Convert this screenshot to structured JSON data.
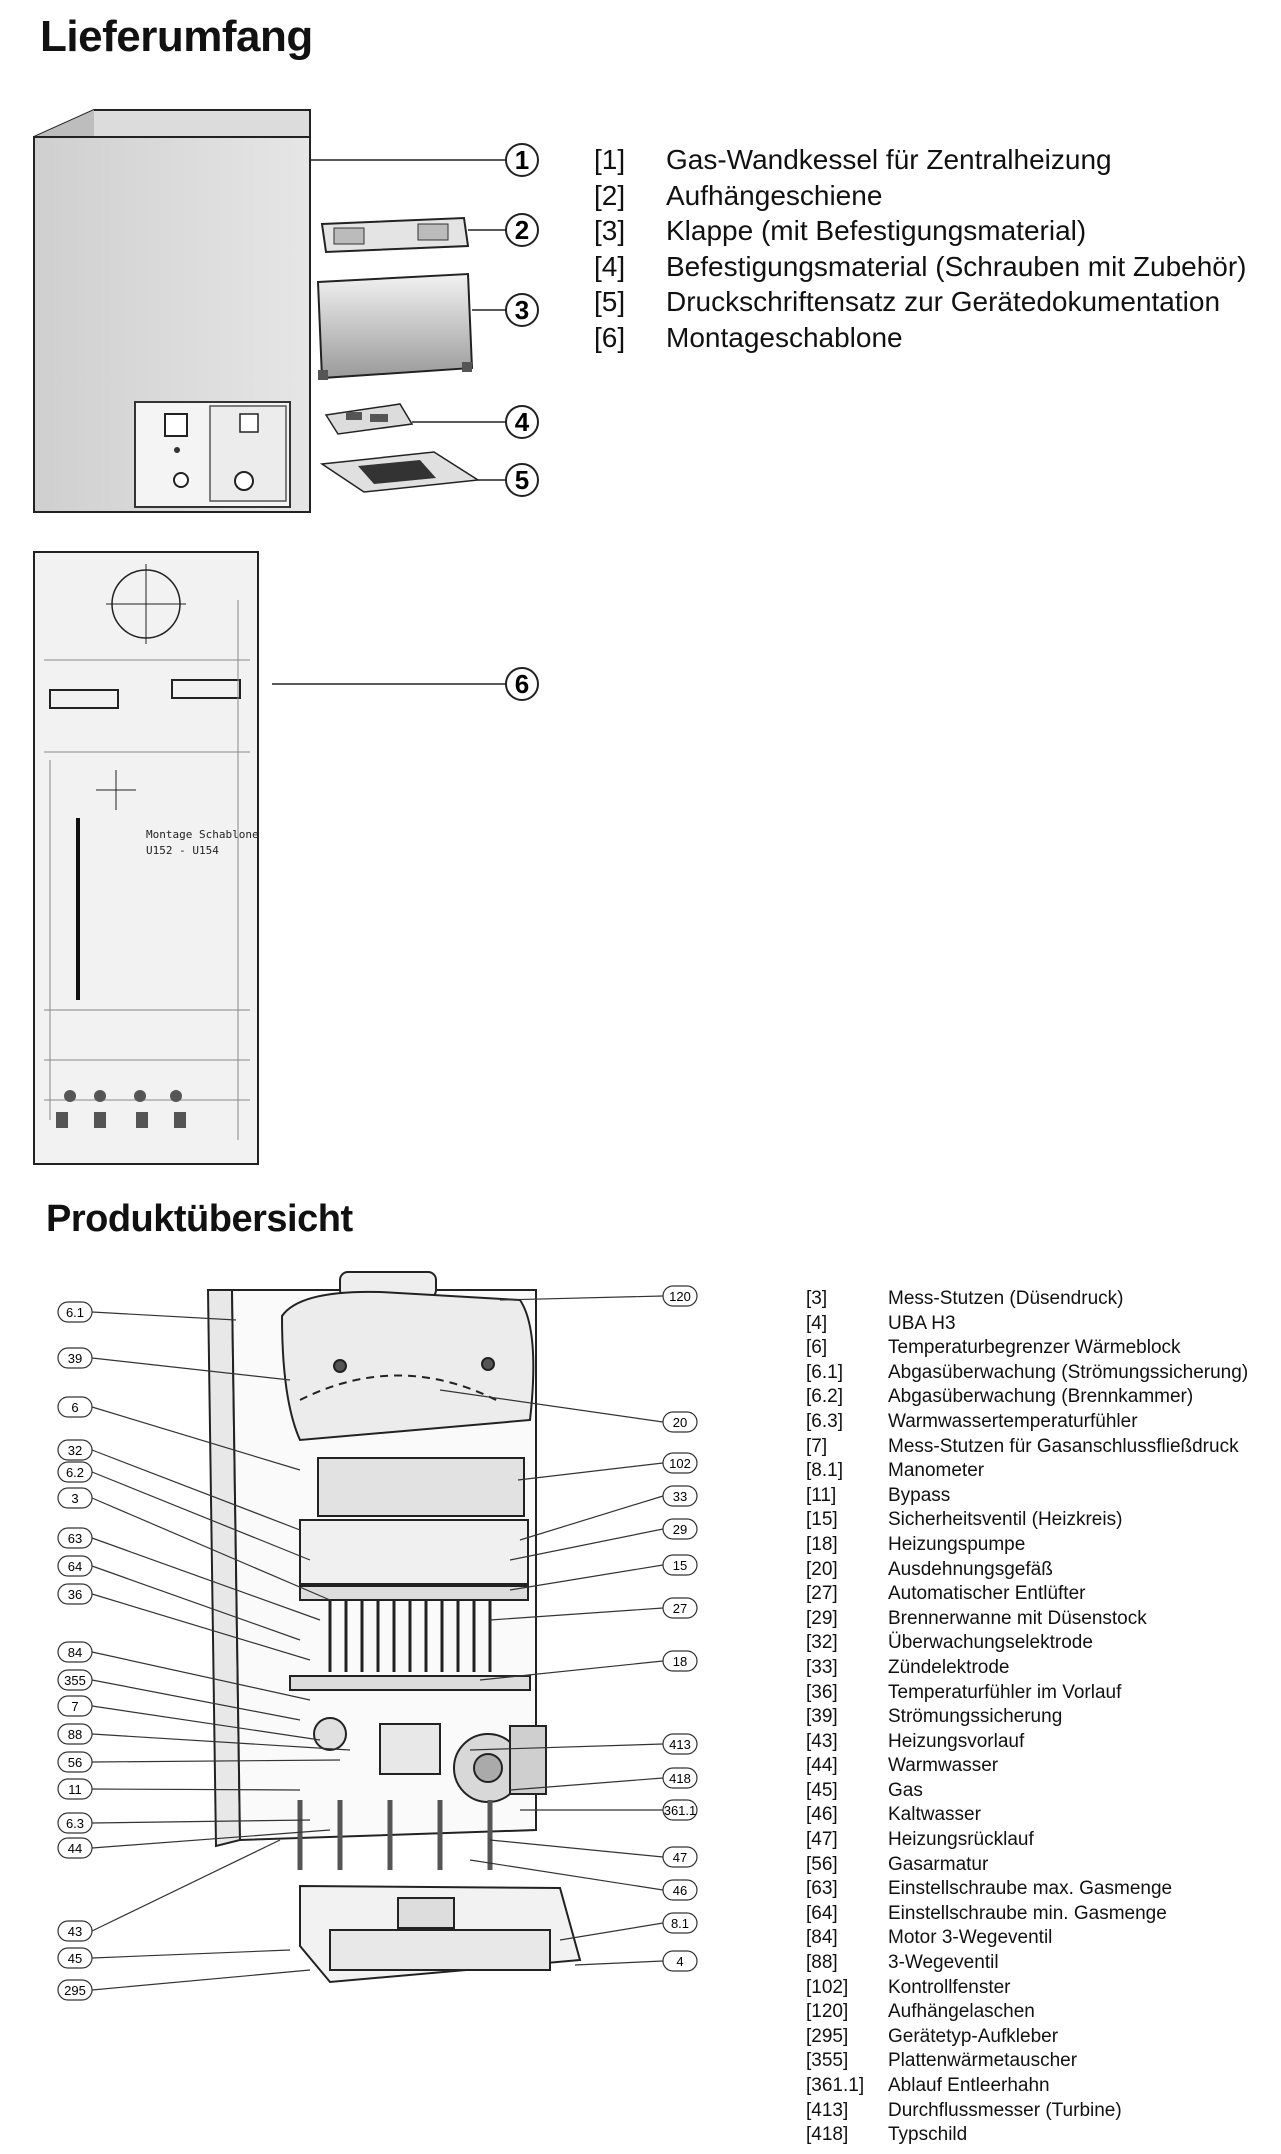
{
  "scope": {
    "title": "Lieferumfang",
    "items": [
      {
        "num": "[1]",
        "text": "Gas-Wandkessel für Zentralheizung"
      },
      {
        "num": "[2]",
        "text": "Aufhängeschiene"
      },
      {
        "num": "[3]",
        "text": "Klappe (mit Befestigungsmaterial)"
      },
      {
        "num": "[4]",
        "text": "Befestigungsmaterial (Schrauben mit Zubehör)"
      },
      {
        "num": "[5]",
        "text": "Druckschriftensatz zur Gerätedokumentation"
      },
      {
        "num": "[6]",
        "text": "Montageschablone"
      }
    ],
    "callouts": [
      "1",
      "2",
      "3",
      "4",
      "5",
      "6"
    ],
    "template_text": {
      "title": "Montage Schablone",
      "model": "U152 - U154"
    }
  },
  "overview": {
    "title": "Produktübersicht",
    "left_tags": [
      "6.1",
      "39",
      "6",
      "32",
      "6.2",
      "3",
      "63",
      "64",
      "36",
      "84",
      "355",
      "7",
      "88",
      "56",
      "11",
      "6.3",
      "44",
      "43",
      "45",
      "295"
    ],
    "right_tags": [
      "120",
      "20",
      "102",
      "33",
      "29",
      "15",
      "27",
      "18",
      "413",
      "418",
      "361.1",
      "47",
      "46",
      "8.1",
      "4"
    ],
    "items": [
      {
        "num": "[3]",
        "text": "Mess-Stutzen (Düsendruck)"
      },
      {
        "num": "[4]",
        "text": "UBA H3"
      },
      {
        "num": "[6]",
        "text": "Temperaturbegrenzer Wärmeblock"
      },
      {
        "num": "[6.1]",
        "text": "Abgasüberwachung (Strömungssicherung)"
      },
      {
        "num": "[6.2]",
        "text": "Abgasüberwachung (Brennkammer)"
      },
      {
        "num": "[6.3]",
        "text": "Warmwassertemperaturfühler"
      },
      {
        "num": "[7]",
        "text": "Mess-Stutzen für Gasanschlussfließdruck"
      },
      {
        "num": "[8.1]",
        "text": "Manometer"
      },
      {
        "num": "[11]",
        "text": "Bypass"
      },
      {
        "num": "[15]",
        "text": "Sicherheitsventil (Heizkreis)"
      },
      {
        "num": "[18]",
        "text": "Heizungspumpe"
      },
      {
        "num": "[20]",
        "text": "Ausdehnungsgefäß"
      },
      {
        "num": "[27]",
        "text": "Automatischer Entlüfter"
      },
      {
        "num": "[29]",
        "text": "Brennerwanne mit Düsenstock"
      },
      {
        "num": "[32]",
        "text": "Überwachungselektrode"
      },
      {
        "num": "[33]",
        "text": "Zündelektrode"
      },
      {
        "num": "[36]",
        "text": "Temperaturfühler im Vorlauf"
      },
      {
        "num": "[39]",
        "text": "Strömungssicherung"
      },
      {
        "num": "[43]",
        "text": "Heizungsvorlauf"
      },
      {
        "num": "[44]",
        "text": "Warmwasser"
      },
      {
        "num": "[45]",
        "text": "Gas"
      },
      {
        "num": "[46]",
        "text": "Kaltwasser"
      },
      {
        "num": "[47]",
        "text": "Heizungsrücklauf"
      },
      {
        "num": "[56]",
        "text": "Gasarmatur"
      },
      {
        "num": "[63]",
        "text": "Einstellschraube max. Gasmenge"
      },
      {
        "num": "[64]",
        "text": "Einstellschraube min. Gasmenge"
      },
      {
        "num": "[84]",
        "text": "Motor 3-Wegeventil"
      },
      {
        "num": "[88]",
        "text": "3-Wegeventil"
      },
      {
        "num": "[102]",
        "text": "Kontrollfenster"
      },
      {
        "num": "[120]",
        "text": "Aufhängelaschen"
      },
      {
        "num": "[295]",
        "text": "Gerätetyp-Aufkleber"
      },
      {
        "num": "[355]",
        "text": "Plattenwärmetauscher"
      },
      {
        "num": "[361.1]",
        "text": "Ablauf Entleerhahn"
      },
      {
        "num": "[413]",
        "text": "Durchflussmesser (Turbine)"
      },
      {
        "num": "[418]",
        "text": "Typschild"
      }
    ]
  }
}
